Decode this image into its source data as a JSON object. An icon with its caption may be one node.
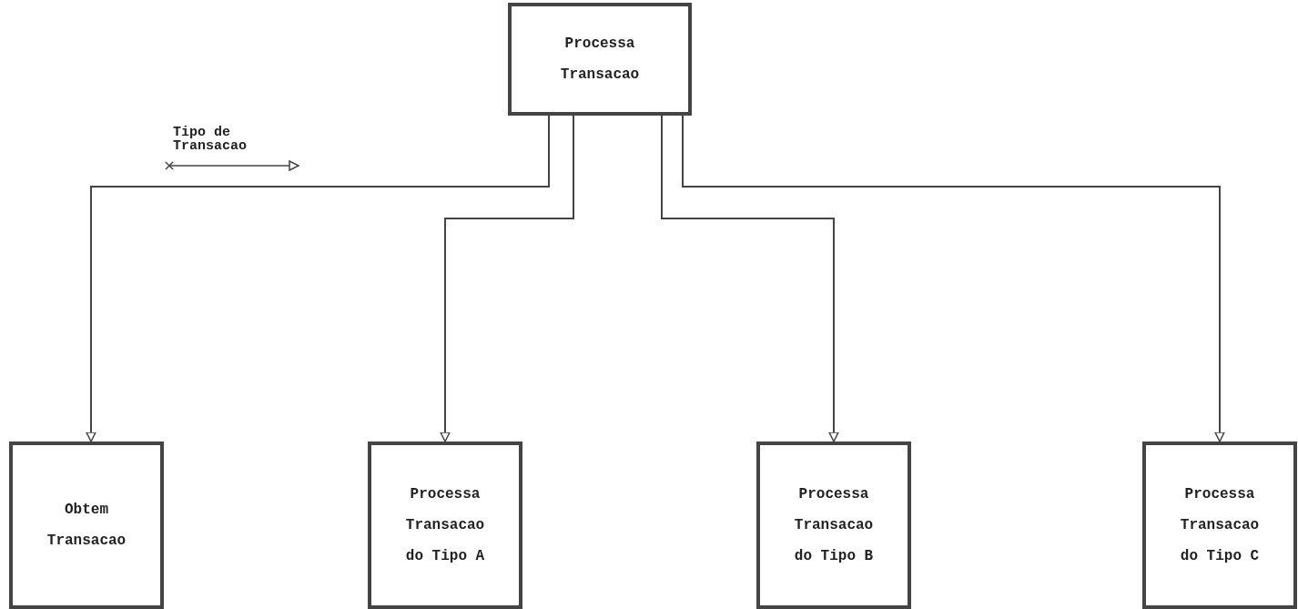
{
  "diagram": {
    "nodes": [
      {
        "text": [
          "Processa Transacao"
        ]
      },
      {
        "text": [
          "Obtem Transacao"
        ]
      },
      {
        "text": [
          "Processa Transacao do Tipo A"
        ]
      },
      {
        "text": [
          "Processa Transacao do Tipo B"
        ]
      },
      {
        "text": [
          "Processa Transacao do Tipo C"
        ]
      }
    ],
    "edges": [
      {
        "from": 0,
        "to": 1,
        "arrow": "to"
      },
      {
        "from": 0,
        "to": 2,
        "arrow": "to"
      },
      {
        "from": 0,
        "to": 3,
        "arrow": "to"
      },
      {
        "from": 0,
        "to": 4,
        "arrow": "to"
      }
    ],
    "labels": [
      "Tipo de Transacao"
    ]
  }
}
